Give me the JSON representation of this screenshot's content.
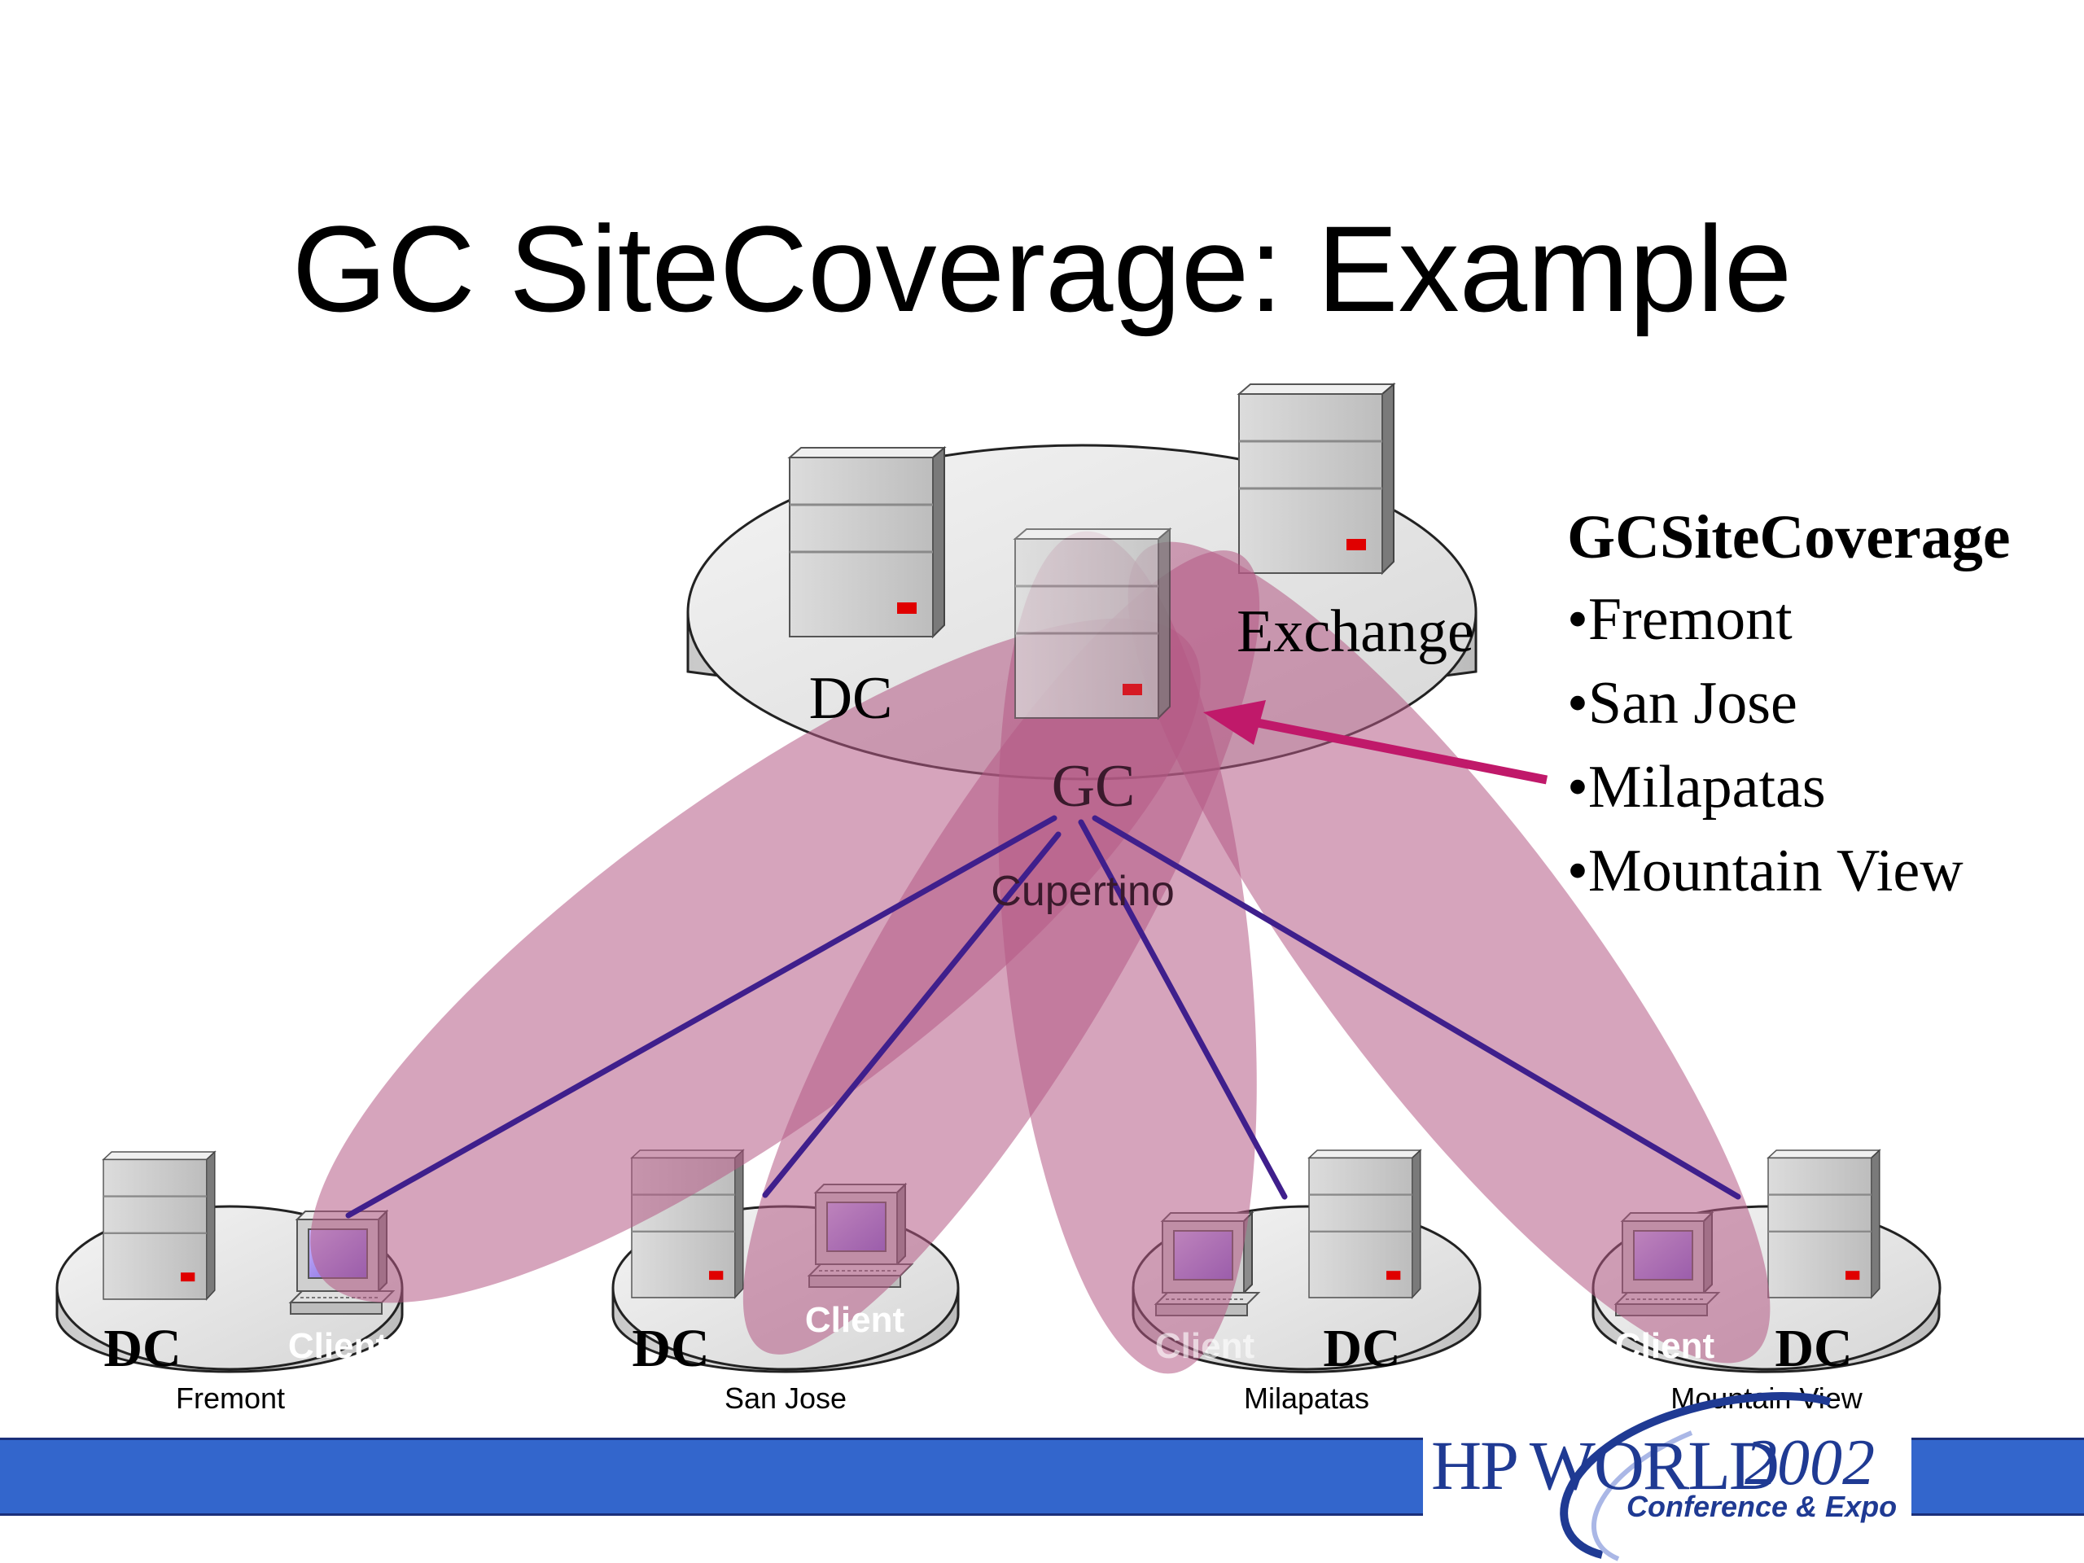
{
  "slide": {
    "title": "GC SiteCoverage: Example"
  },
  "hub": {
    "site_label": "Cupertino",
    "dc_label": "DC",
    "gc_label": "GC",
    "exchange_label": "Exchange"
  },
  "sites": [
    {
      "name": "Fremont",
      "dc_label": "DC",
      "client_label": "Client"
    },
    {
      "name": "San Jose",
      "dc_label": "DC",
      "client_label": "Client"
    },
    {
      "name": "Milapatas",
      "dc_label": "DC",
      "client_label": "Client"
    },
    {
      "name": "Mountain View",
      "dc_label": "DC",
      "client_label": "Client"
    }
  ],
  "legend": {
    "heading": "GCSiteCoverage",
    "items": [
      "•Fremont",
      "•San Jose",
      "•Milapatas",
      "•Mountain View"
    ]
  },
  "logo": {
    "brand": "HP WORLD",
    "year": "2002",
    "tagline": "Conference & Expo"
  },
  "colors": {
    "coverage": "#b45a85",
    "link": "#3f1f8c",
    "arrow": "#c0196a",
    "bar": "#3366cc"
  }
}
